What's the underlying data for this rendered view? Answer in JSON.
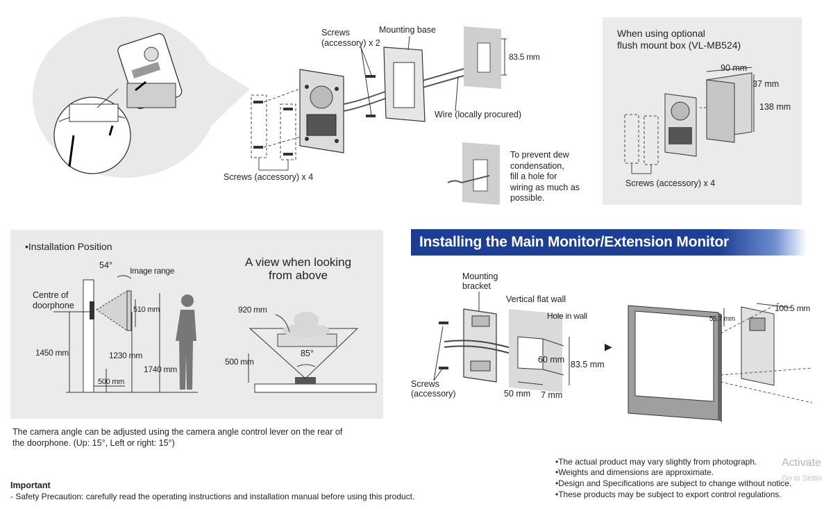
{
  "top_left": {
    "labels": {
      "screws_accessory_2": "Screws\n(accessory) x 2",
      "mounting_base": "Mounting base",
      "dim_83_5": "83.5 mm",
      "wire": "Wire (locally procured)",
      "screws_accessory_4": "Screws (accessory) x 4",
      "dew_note": "To prevent dew\ncondensation,\nfill a hole for\nwiring as much as\npossible."
    }
  },
  "flush_box": {
    "title": "When using optional\nflush mount box (VL-MB524)",
    "dim_90": "90 mm",
    "dim_37": "37 mm",
    "dim_138": "138 mm",
    "screws": "Screws (accessory) x 4"
  },
  "installation_position": {
    "title": "•Installation Position",
    "angle": "54°",
    "image_range": "Image range",
    "centre": "Centre of\ndoorphone",
    "dim_510": "510 mm",
    "dim_1450": "1450 mm",
    "dim_1230": "1230 mm",
    "dim_1740": "1740 mm",
    "dim_500": "500 mm",
    "view_title": "A view when looking\nfrom above",
    "dim_920": "920 mm",
    "angle_85": "85°",
    "dim_500_top": "500 mm"
  },
  "camera_note": "The camera angle can be adjusted using the camera angle control lever on the rear of\nthe doorphone. (Up: 15°, Left or right: 15°)",
  "main_monitor": {
    "heading": "Installing the Main Monitor/Extension Monitor",
    "mounting_bracket": "Mounting\nbracket",
    "vertical_wall": "Vertical flat wall",
    "hole_in_wall": "Hole in wall",
    "dim_60": "60 mm",
    "dim_83_5": "83.5 mm",
    "dim_50": "50 mm",
    "dim_7": "7 mm",
    "screws": "Screws\n(accessory)",
    "dim_100_5": "100.5 mm",
    "dim_55_7": "55.7 mm",
    "arrow": "▶"
  },
  "footer": {
    "important_title": "Important",
    "important_text": "- Safety Precaution: carefully read the operating instructions and installation manual before using this product.",
    "notes": [
      "•The actual product may vary slightly from photograph.",
      "•Weights and dimensions are approximate.",
      "•Design and Specifications are subject to change without notice.",
      "•These products may be subject to export control regulations."
    ],
    "watermark_activate": "Activate",
    "watermark_settings": "Go to Settin"
  }
}
